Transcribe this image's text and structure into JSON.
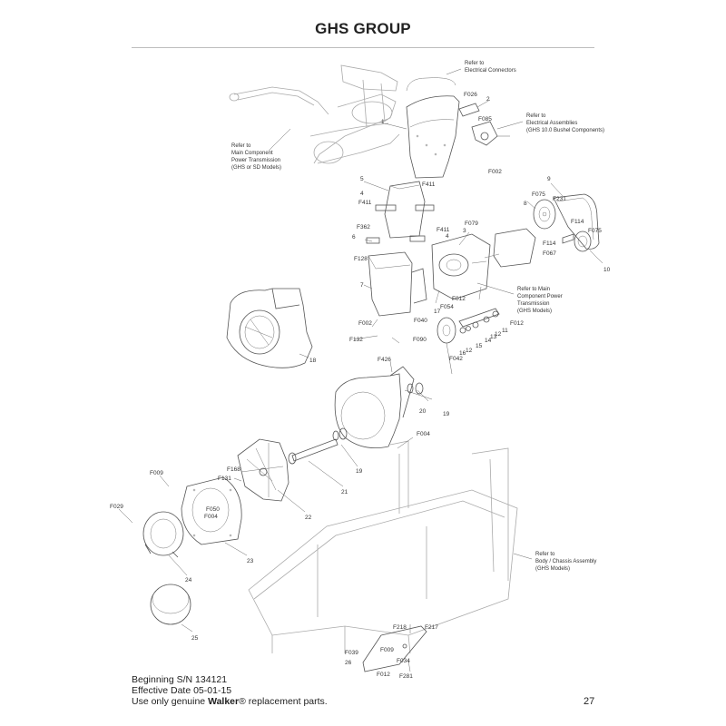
{
  "title": "GHS GROUP",
  "page_number": "27",
  "footer": {
    "line1": "Beginning S/N 134121",
    "line2": "Effective Date 05-01-15",
    "line3_prefix": "Use only genuine ",
    "line3_brand": "Walker",
    "line3_suffix": "® replacement parts."
  },
  "notes": {
    "electrical_connectors": [
      "Refer to",
      "Electrical Connectors"
    ],
    "electrical_assemblies": [
      "Refer to",
      "Electrical Assemblies",
      "(GHS 10.0 Bushel Components)"
    ],
    "main_component_left": [
      "Refer to",
      "Main Component",
      "Power Transmission",
      "(GHS or SD Models)"
    ],
    "main_component_right": [
      "Refer to Main",
      "Component Power",
      "Transmission",
      "(GHS Models)"
    ],
    "body_chassis": [
      "Refer to",
      "Body / Chassis Assembly",
      "(GHS Models)"
    ]
  },
  "callouts": {
    "c1": "1",
    "c2": "2",
    "c3": "3",
    "c4a": "4",
    "c4b": "4",
    "c5": "5",
    "c6": "6",
    "c7": "7",
    "c8": "8",
    "c9": "9",
    "c10": "10",
    "c11": "11",
    "c12a": "12",
    "c12b": "12",
    "c13": "13",
    "c14": "14",
    "c15": "15",
    "c16": "16",
    "c17": "17",
    "c18": "18",
    "c19a": "19",
    "c19b": "19",
    "c20": "20",
    "c21": "21",
    "c22": "22",
    "c23": "23",
    "c24": "24",
    "c25": "25",
    "c26": "26",
    "f026": "F026",
    "f085": "F085",
    "f002a": "F002",
    "f002b": "F002",
    "f411a": "F411",
    "f411b": "F411",
    "f411c": "F411",
    "f079": "F079",
    "f362": "F362",
    "f128": "F128",
    "f075a": "F075",
    "f075b": "F075",
    "f231": "F231",
    "f114a": "F114",
    "f114b": "F114",
    "f067": "F067",
    "f012a": "F012",
    "f012b": "F012",
    "f012c": "F012",
    "f054": "F054",
    "f040": "F040",
    "f042": "F042",
    "f090": "F090",
    "f132": "F132",
    "f426": "F426",
    "f004a": "F004",
    "f004b": "F004",
    "f009a": "F009",
    "f009b": "F009",
    "f168": "F168",
    "f131": "F131",
    "f050": "F050",
    "f029": "F029",
    "f218": "F218",
    "f217": "F217",
    "f039": "F039",
    "f034": "F034",
    "f281": "F281"
  }
}
